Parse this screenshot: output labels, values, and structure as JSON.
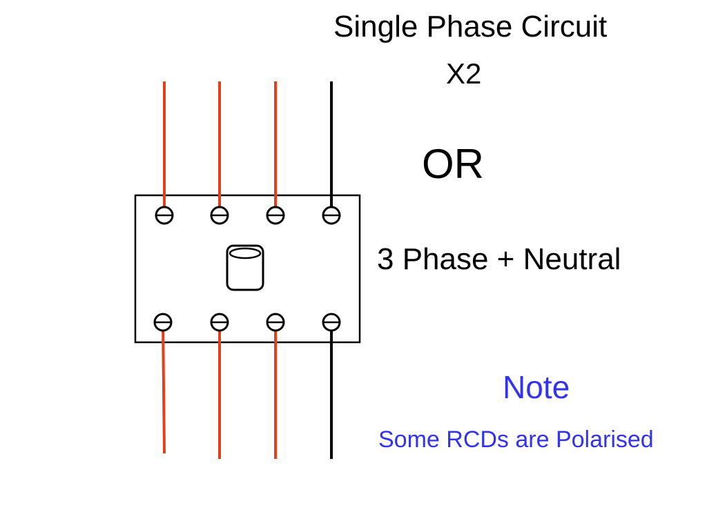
{
  "title": {
    "line1": "Single Phase Circuit",
    "line2": "X2"
  },
  "or_label": "OR",
  "alternative_label": "3 Phase + Neutral",
  "note": {
    "heading": "Note",
    "text": "Some RCDs are Polarised"
  },
  "colors": {
    "phase_wire": "#e2401c",
    "neutral_wire": "#000000",
    "note_text": "#3333ee",
    "body_outline": "#000000"
  },
  "terminals": {
    "top": [
      "phase",
      "phase",
      "phase",
      "neutral"
    ],
    "bottom": [
      "phase",
      "phase",
      "phase",
      "neutral"
    ]
  },
  "icons": {
    "terminal": "terminal-screw-icon",
    "test_button": "test-button-icon"
  }
}
